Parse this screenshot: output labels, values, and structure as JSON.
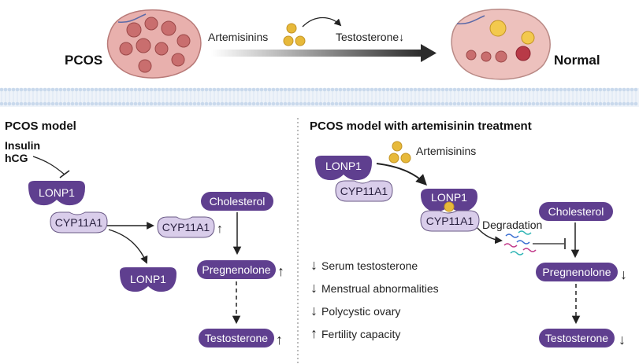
{
  "header": {
    "left_label": "PCOS",
    "arrow_label_left": "Artemisinins",
    "arrow_label_right": "Testosterone↓",
    "right_label": "Normal"
  },
  "left_panel": {
    "title": "PCOS model",
    "insulin": "Insulin",
    "hcg": "hCG",
    "lonp1_top": "LONP1",
    "cyp11a1_bound": "CYP11A1",
    "cyp11a1_free": "CYP11A1",
    "cyp11a1_up": "↑",
    "lonp1_bottom": "LONP1",
    "cholesterol": "Cholesterol",
    "pregnenolone": "Pregnenolone",
    "pregnenolone_arrow": "↑",
    "testosterone": "Testosterone",
    "testosterone_arrow": "↑"
  },
  "right_panel": {
    "title": "PCOS model with artemisinin treatment",
    "artemisinins": "Artemisinins",
    "lonp1_top": "LONP1",
    "cyp11a1_top": "CYP11A1",
    "lonp1_complex": "LONP1",
    "cyp11a1_complex": "CYP11A1",
    "degradation": "Degradation",
    "cholesterol": "Cholesterol",
    "pregnenolone": "Pregnenolone",
    "pregnenolone_arrow": "↓",
    "testosterone": "Testosterone",
    "testosterone_arrow": "↓",
    "outcomes": [
      {
        "arrow": "↓",
        "text": "Serum testosterone"
      },
      {
        "arrow": "↓",
        "text": "Menstrual abnormalities"
      },
      {
        "arrow": "↓",
        "text": "Polycystic ovary"
      },
      {
        "arrow": "↑",
        "text": "Fertility capacity"
      }
    ]
  },
  "colors": {
    "dark_purple": "#5f3f8f",
    "light_purple": "#d9cdea",
    "membrane": "#c9d9ec",
    "ovary": "#e6a7a6",
    "pill_gold": "#e7b93a"
  }
}
